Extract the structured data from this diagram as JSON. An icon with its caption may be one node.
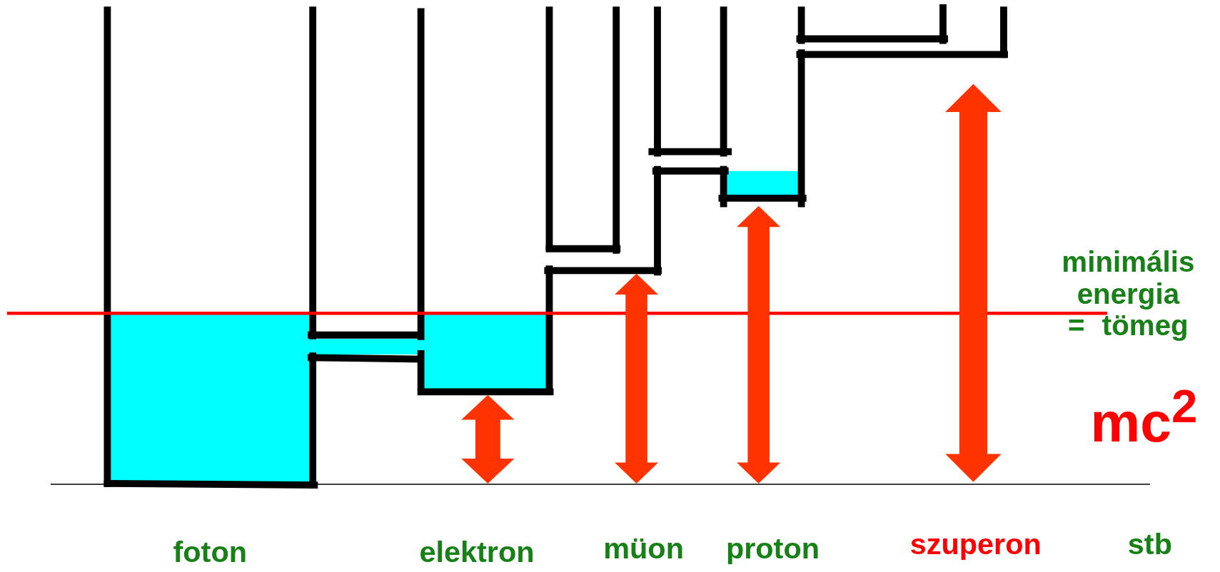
{
  "diagram": {
    "labels": [
      "minimális energia = tömeg",
      "mc$^{2}$",
      "foton",
      "elektron",
      "müon",
      "proton",
      "szuperon",
      "stb"
    ]
  }
}
